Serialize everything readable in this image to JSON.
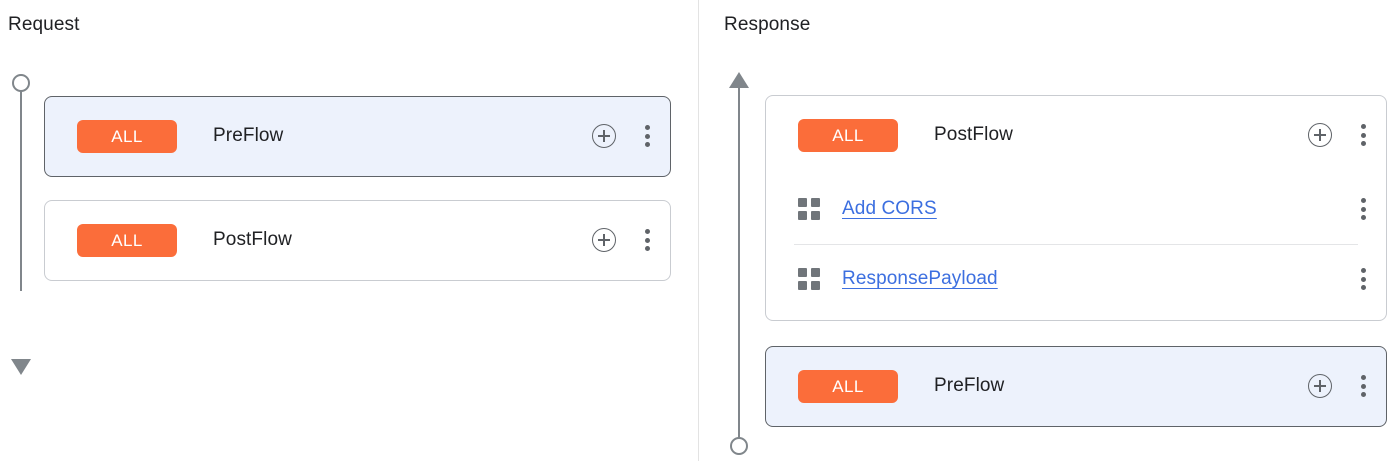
{
  "panels": {
    "request": {
      "title": "Request",
      "rail": {
        "start_icon": "circle",
        "end_icon": "arrow-down"
      },
      "cards": [
        {
          "id": "request-preflow",
          "selected": true,
          "badge": "ALL",
          "name": "PreFlow",
          "actions": [
            "add-icon",
            "more-options-icon"
          ],
          "policies": []
        },
        {
          "id": "request-postflow",
          "selected": false,
          "badge": "ALL",
          "name": "PostFlow",
          "actions": [
            "add-icon",
            "more-options-icon"
          ],
          "policies": []
        }
      ]
    },
    "response": {
      "title": "Response",
      "rail": {
        "start_icon": "arrow-up",
        "end_icon": "circle"
      },
      "cards": [
        {
          "id": "response-postflow",
          "selected": false,
          "badge": "ALL",
          "name": "PostFlow",
          "actions": [
            "add-icon",
            "more-options-icon"
          ],
          "policies": [
            {
              "icon": "grid-icon",
              "label": "Add CORS",
              "action": "more-options-icon"
            },
            {
              "icon": "grid-icon",
              "label": "ResponsePayload",
              "action": "more-options-icon"
            }
          ]
        },
        {
          "id": "response-preflow",
          "selected": true,
          "badge": "ALL",
          "name": "PreFlow",
          "actions": [
            "add-icon",
            "more-options-icon"
          ],
          "policies": []
        }
      ]
    }
  },
  "colors": {
    "badge_bg": "#fb6d3a",
    "badge_text": "#ffffff",
    "selected_card_bg": "#edf2fc",
    "selected_card_border": "#5f6368",
    "card_border": "#c9ccd1",
    "link": "#3c6fe0",
    "rail": "#80868b",
    "divider": "#e3e3e3",
    "text": "#202124"
  }
}
